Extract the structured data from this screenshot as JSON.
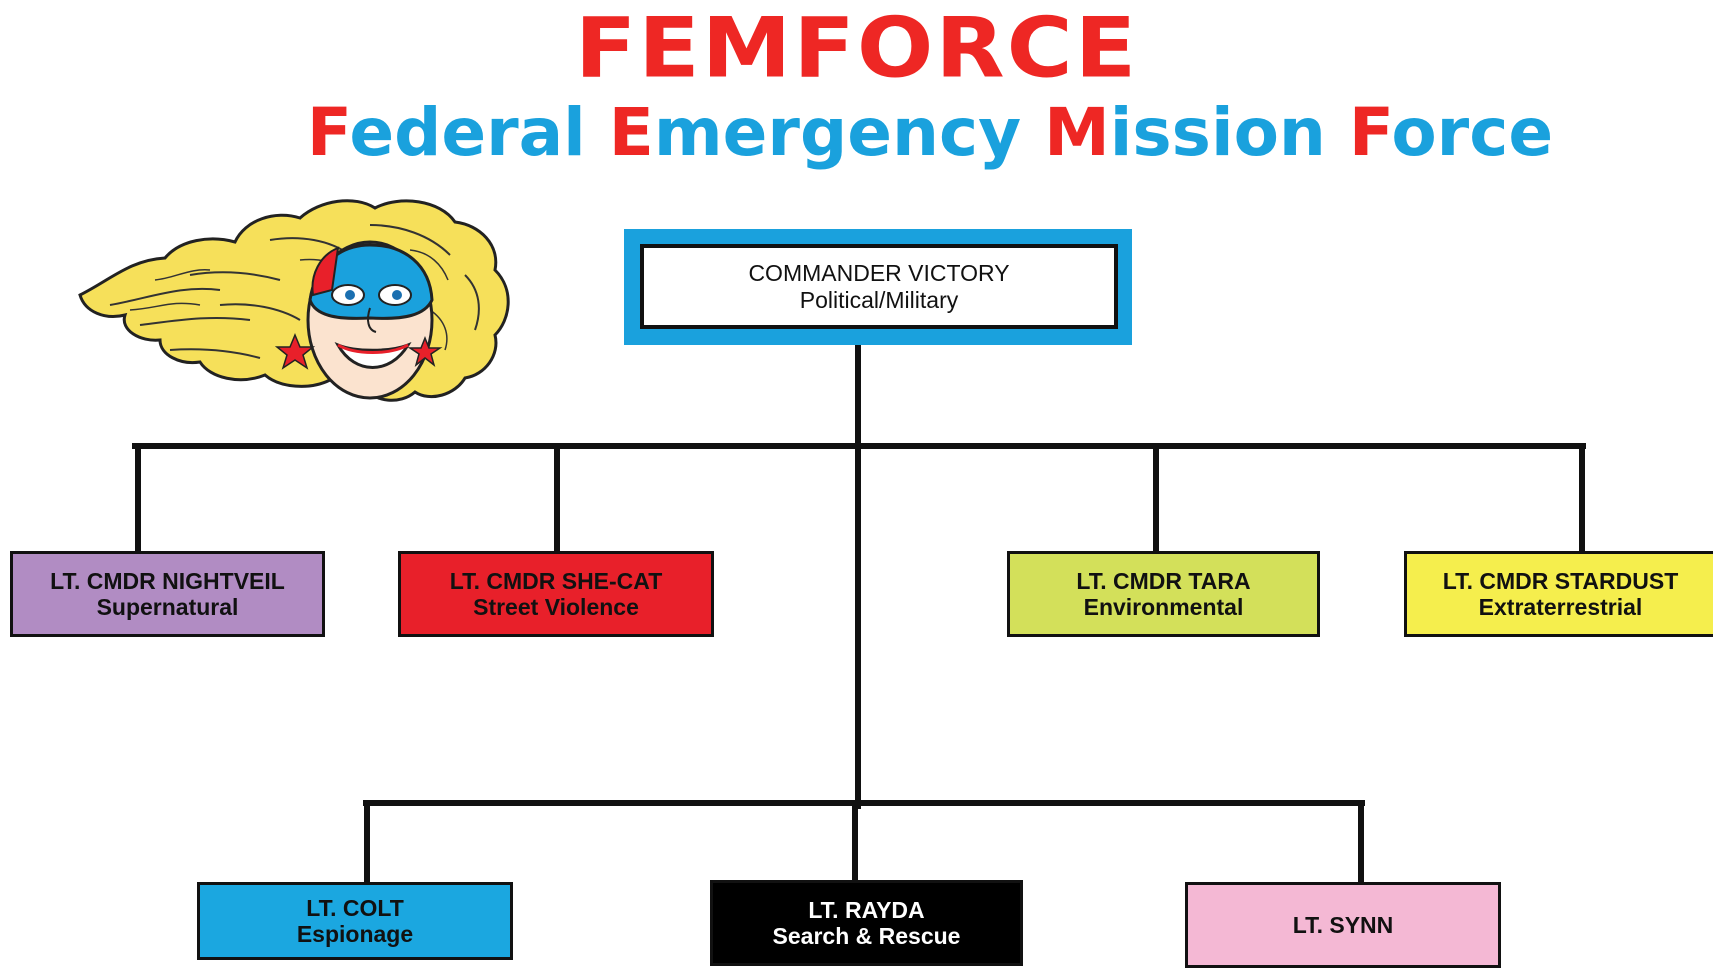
{
  "title": "FEMFORCE",
  "subtitle_words": [
    {
      "initial": "F",
      "rest": "ederal "
    },
    {
      "initial": "E",
      "rest": "mergency "
    },
    {
      "initial": "M",
      "rest": "ission "
    },
    {
      "initial": "F",
      "rest": "orce"
    }
  ],
  "colors": {
    "title": "#ee2724",
    "initial": "#ee2724",
    "word": "#1aa1dd",
    "commander_frame": "#1aa1dd",
    "line": "#111111"
  },
  "commander": {
    "name": "COMMANDER VICTORY",
    "role": "Political/Military"
  },
  "lieutenant_commanders": [
    {
      "name": "LT. CMDR NIGHTVEIL",
      "role": "Supernatural",
      "color": "#b18cc3",
      "text_color": "#111111"
    },
    {
      "name": "LT. CMDR SHE-CAT",
      "role": "Street Violence",
      "color": "#e8202a",
      "text_color": "#111111"
    },
    {
      "name": "LT. CMDR TARA",
      "role": "Environmental",
      "color": "#d3e05a",
      "text_color": "#111111"
    },
    {
      "name": "LT. CMDR STARDUST",
      "role": "Extraterrestrial",
      "color": "#f5ee4d",
      "text_color": "#111111"
    }
  ],
  "lieutenants": [
    {
      "name": "LT. COLT",
      "role": "Espionage",
      "color": "#1ba7e0",
      "text_color": "#111111"
    },
    {
      "name": "LT. RAYDA",
      "role": "Search & Rescue",
      "color": "#000000",
      "text_color": "#ffffff"
    },
    {
      "name": "LT. SYNN",
      "role": "",
      "color": "#f4b8d4",
      "text_color": "#111111"
    }
  ],
  "mascot_icon": "masked-heroine-head-icon"
}
